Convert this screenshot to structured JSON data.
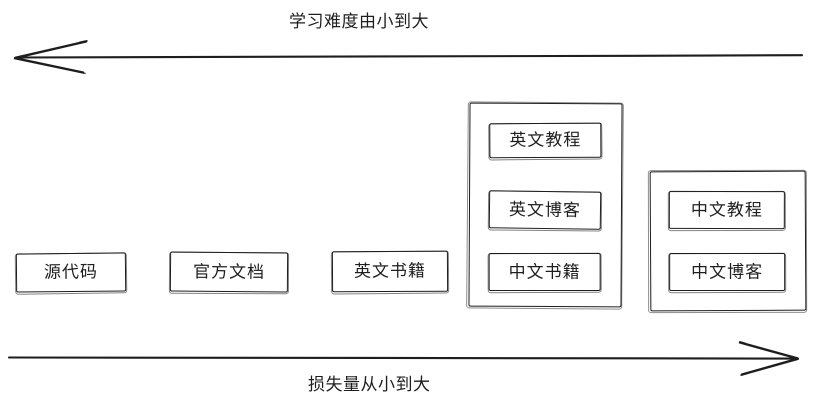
{
  "diagram": {
    "top_axis": {
      "label": "学习难度由小到大",
      "direction": "left"
    },
    "bottom_axis": {
      "label": "损失量从小到大",
      "direction": "right"
    },
    "nodes": [
      {
        "label": "源代码"
      },
      {
        "label": "官方文档"
      },
      {
        "label": "英文书籍"
      }
    ],
    "groups": [
      {
        "items": [
          {
            "label": "英文教程"
          },
          {
            "label": "英文博客"
          },
          {
            "label": "中文书籍"
          }
        ]
      },
      {
        "items": [
          {
            "label": "中文教程"
          },
          {
            "label": "中文博客"
          }
        ]
      }
    ],
    "colors": {
      "stroke": "#1e1e1e",
      "background": "#ffffff"
    }
  }
}
